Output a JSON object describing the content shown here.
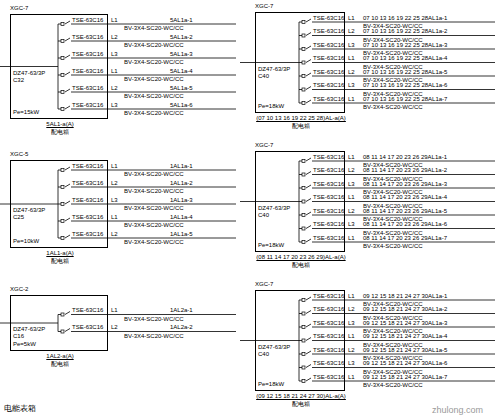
{
  "diagram": {
    "nodes": [
      {
        "text": [
          "XGC-7",
          "DZ47-63/3P C32",
          "Pe=15kW",
          "5AL1-a(A)",
          "配电箱"
        ]
      },
      {
        "text": [
          "XGC-7",
          "DZ47-63/3P C40",
          "Pe=18kW",
          "(07 10 13 16 19 22 25 28)AL-a(A)",
          "配电箱"
        ]
      },
      {
        "text": [
          "XGC-5",
          "DZ47-63/3P C25",
          "Pe=10kW",
          "1AL1-a(A)",
          "配电箱"
        ]
      },
      {
        "text": [
          "XGC-7",
          "DZ47-63/3P C40",
          "Pe=18kW",
          "(08 11 14 17 20 23 26 29)AL-a(A)",
          "配电箱"
        ]
      },
      {
        "text": [
          "XGC-2",
          "DZ47-63/2P C16",
          "Pe=5kW",
          "1AL2-a(A)",
          "配电箱"
        ]
      },
      {
        "text": [
          "XGC-7",
          "DZ47-63/3P C40",
          "Pe=18kW",
          "(09 12 15 18 21 24 27 30)AL-a(A)",
          "配电箱"
        ]
      }
    ],
    "labels": [
      "TSE-63C16",
      "L1",
      "5AL1a-1",
      "BV-3X4-SC20-WC/CC",
      "TSE-63C16",
      "L2",
      "5AL1a-2",
      "BV-3X4-SC20-WC/CC",
      "TSE-63C16",
      "L3",
      "5AL1a-3",
      "BV-3X4-SC20-WC/CC",
      "TSE-63C16",
      "L1",
      "5AL1a-4",
      "BV-3X4-SC20-WC/CC",
      "TSE-63C16",
      "L2",
      "5AL1a-5",
      "BV-3X4-SC20-WC/CC",
      "TSE-63C16",
      "L3",
      "5AL1a-6",
      "BV-3X4-SC20-WC/CC",
      "TSE-63C16",
      "L1",
      "07 10 13 16 19 22 25 28AL1a-1",
      "BV-3X4-SC20-WC/CC",
      "TSE-63C16",
      "L2",
      "07 10 13 16 19 22 25 28AL1a-2",
      "BV-3X4-SC20-WC/CC",
      "TSE-63C16",
      "L3",
      "07 10 13 16 19 22 25 28AL1a-3",
      "BV-3X4-SC20-WC/CC",
      "TSE-63C16",
      "L1",
      "07 10 13 16 19 22 25 28AL1a-4",
      "BV-3X4-SC20-WC/CC",
      "TSE-63C16",
      "L2",
      "07 10 13 16 19 22 25 28AL1a-5",
      "BV-3X4-SC20-WC/CC",
      "TSE-63C16",
      "L3",
      "07 10 13 16 19 22 25 28AL1a-6",
      "BV-3X4-SC20-WC/CC",
      "TSE-63C16",
      "L1",
      "07 10 13 16 19 22 25 28AL1a-7",
      "BV-3X4-SC20-WC/CC",
      "TSE-63C16",
      "L1",
      "1AL1a-1",
      "BV-3X4-SC20-WC/CC",
      "TSE-63C16",
      "L2",
      "1AL1a-2",
      "BV-3X4-SC20-WC/CC",
      "TSE-63C16",
      "L3",
      "1AL1a-3",
      "BV-3X4-SC20-WC/CC",
      "TSE-63C16",
      "L1",
      "1AL1a-4",
      "BV-3X4-SC20-WC/CC",
      "TSE-63C16",
      "L2",
      "1AL1a-5",
      "BV-3X4-SC20-WC/CC",
      "TSE-63C16",
      "L1",
      "08 11 14 17 20 23 26 29AL1a-1",
      "BV-3X4-SC20-WC/CC",
      "TSE-63C16",
      "L2",
      "08 11 14 17 20 23 26 29AL1a-2",
      "BV-3X4-SC20-WC/CC",
      "TSE-63C16",
      "L3",
      "08 11 14 17 20 23 26 29AL1a-3",
      "BV-3X4-SC20-WC/CC",
      "TSE-63C16",
      "L1",
      "08 11 14 17 20 23 26 29AL1a-4",
      "BV-3X4-SC20-WC/CC",
      "TSE-63C16",
      "L2",
      "08 11 14 17 20 23 26 29AL1a-5",
      "BV-3X4-SC20-WC/CC",
      "TSE-63C16",
      "L3",
      "08 11 14 17 20 23 26 29AL1a-6",
      "BV-3X4-SC20-WC/CC",
      "TSE-63C16",
      "L1",
      "08 11 14 17 20 23 26 29AL1a-7",
      "BV-3X4-SC20-WC/CC",
      "TSE-63C16",
      "L1",
      "1AL2a-1",
      "BV-3X4-SC20-WC/CC",
      "TSE-63C16",
      "L2",
      "1AL2a-2",
      "BV-3X4-SC20-WC/CC",
      "TSE-63C16",
      "L1",
      "09 12 15 18 21 24 27 30AL1a-1",
      "BV-3X4-SC20-WC/CC",
      "TSE-63C16",
      "L2",
      "09 12 15 18 21 24 27 30AL1a-2",
      "BV-3X4-SC20-WC/CC",
      "TSE-63C16",
      "L3",
      "09 12 15 18 21 24 27 30AL1a-3",
      "BV-3X4-SC20-WC/CC",
      "TSE-63C16",
      "L1",
      "09 12 15 18 21 24 27 30AL1a-4",
      "BV-3X4-SC20-WC/CC",
      "TSE-63C16",
      "L2",
      "09 12 15 18 21 24 27 30AL1a-5",
      "BV-3X4-SC20-WC/CC",
      "TSE-63C16",
      "L3",
      "09 12 15 18 21 24 27 30AL1a-6",
      "BV-3X4-SC20-WC/CC",
      "TSE-63C16",
      "L1",
      "09 12 15 18 21 24 27 30AL1a-7",
      "BV-3X4-SC20-WC/CC",
      "电能表箱",
      "zhulong.com"
    ]
  }
}
